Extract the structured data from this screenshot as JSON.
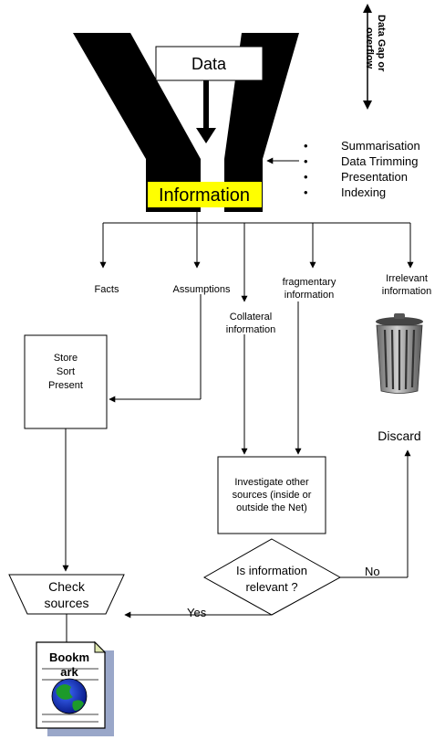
{
  "funnel": {
    "data_label": "Data",
    "information_label": "Information",
    "gap_label_line1": "Data Gap or",
    "gap_label_line2": "overflow",
    "gap_color": "#e00000",
    "highlight_color": "#ffff00"
  },
  "processes": [
    {
      "bullet": "•",
      "label": "Summarisation"
    },
    {
      "bullet": "•",
      "label": "Data Trimming"
    },
    {
      "bullet": "•",
      "label": "Presentation"
    },
    {
      "bullet": "•",
      "label": "Indexing"
    }
  ],
  "categories": {
    "facts": "Facts",
    "assumptions": "Assumptions",
    "collateral_line1": "Collateral",
    "collateral_line2": "information",
    "fragmentary_line1": "fragmentary",
    "fragmentary_line2": "information",
    "irrelevant_line1": "Irrelevant",
    "irrelevant_line2": "information"
  },
  "boxes": {
    "store_line1": "Store",
    "store_line2": "Sort",
    "store_line3": "Present",
    "investigate_line1": "Investigate other",
    "investigate_line2": "sources (inside or",
    "investigate_line3": "outside the Net)",
    "discard": "Discard",
    "decision_line1": "Is information",
    "decision_line2": "relevant ?",
    "no_label": "No",
    "yes_label": "Yes",
    "check_line1": "Check",
    "check_line2": "sources",
    "bookmark_line1": "Bookm",
    "bookmark_line2": "ark"
  }
}
